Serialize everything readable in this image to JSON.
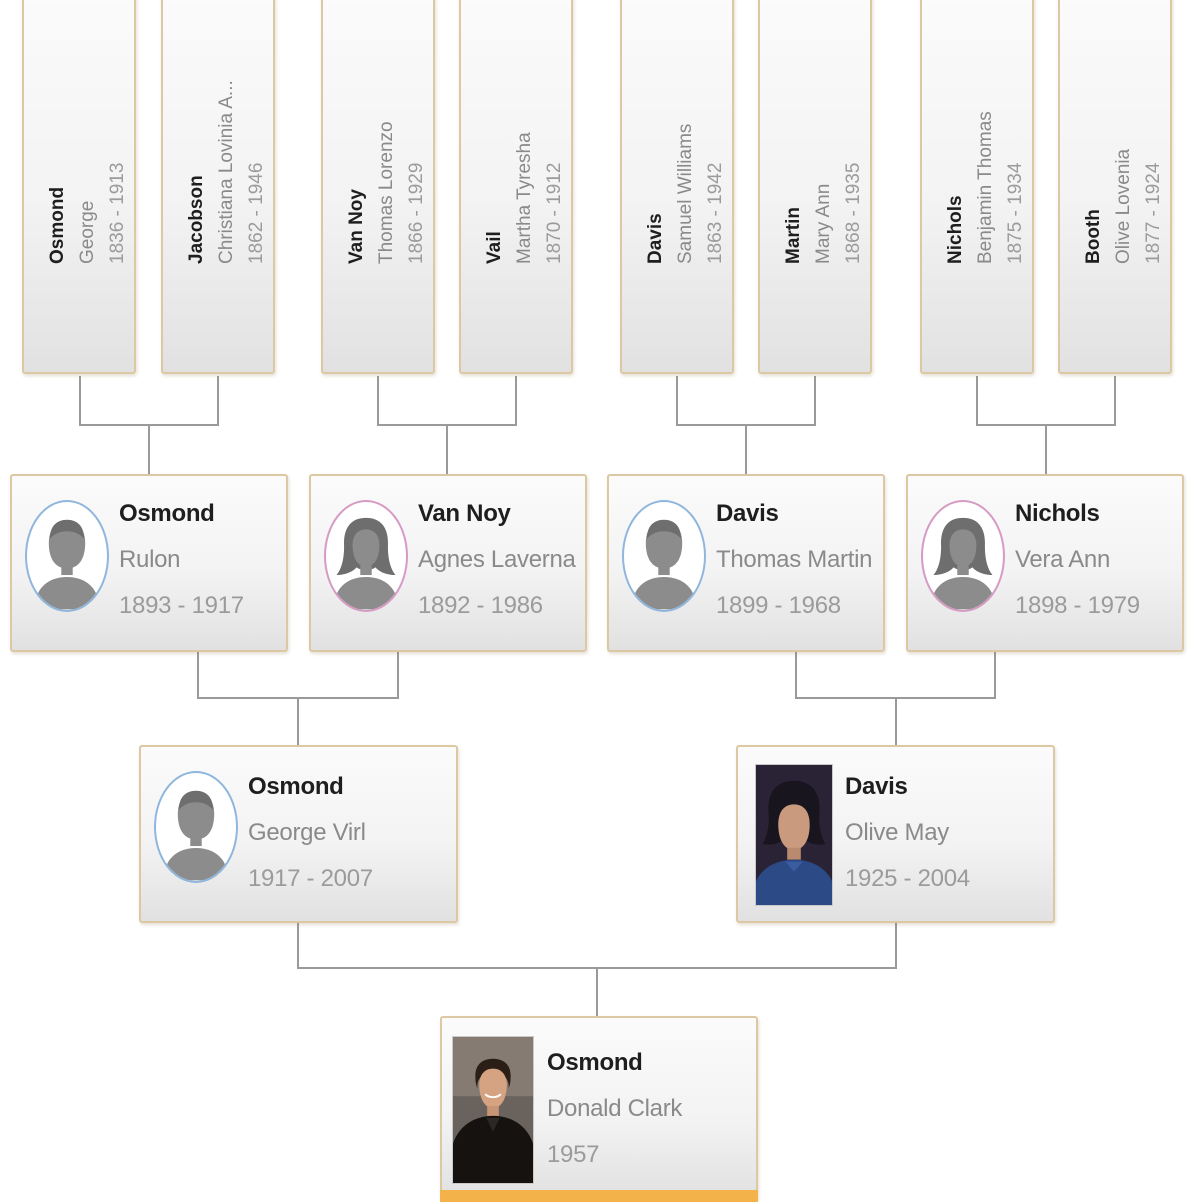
{
  "tree": {
    "colors": {
      "card_border": "#dcc9a3",
      "connector": "#999999",
      "male_ring": "#8fb6dd",
      "female_ring": "#d69ac4",
      "selected_bar": "#f4b24a"
    },
    "great_grandparents": [
      {
        "surname": "Osmond",
        "given": "George",
        "years": "1836 - 1913",
        "gender": "male"
      },
      {
        "surname": "Jacobson",
        "given": "Christiana Lovinia A...",
        "years": "1862 - 1946",
        "gender": "female"
      },
      {
        "surname": "Van Noy",
        "given": "Thomas Lorenzo",
        "years": "1866 - 1929",
        "gender": "male"
      },
      {
        "surname": "Vail",
        "given": "Martha Tyresha",
        "years": "1870 - 1912",
        "gender": "female"
      },
      {
        "surname": "Davis",
        "given": "Samuel Williams",
        "years": "1863 - 1942",
        "gender": "male"
      },
      {
        "surname": "Martin",
        "given": "Mary Ann",
        "years": "1868 - 1935",
        "gender": "female"
      },
      {
        "surname": "Nichols",
        "given": "Benjamin Thomas",
        "years": "1875 - 1934",
        "gender": "male"
      },
      {
        "surname": "Booth",
        "given": "Olive Lovenia",
        "years": "1877 - 1924",
        "gender": "female"
      }
    ],
    "grandparents": [
      {
        "surname": "Osmond",
        "given": "Rulon",
        "years": "1893 - 1917",
        "gender": "male",
        "avatar": "male-avatar-icon"
      },
      {
        "surname": "Van Noy",
        "given": "Agnes Laverna",
        "years": "1892 - 1986",
        "gender": "female",
        "avatar": "female-avatar-icon"
      },
      {
        "surname": "Davis",
        "given": "Thomas Martin",
        "years": "1899 - 1968",
        "gender": "male",
        "avatar": "male-avatar-icon"
      },
      {
        "surname": "Nichols",
        "given": "Vera Ann",
        "years": "1898 - 1979",
        "gender": "female",
        "avatar": "female-avatar-icon"
      }
    ],
    "parents": [
      {
        "surname": "Osmond",
        "given": "George Virl",
        "years": "1917 - 2007",
        "gender": "male",
        "avatar": "male-avatar-icon"
      },
      {
        "surname": "Davis",
        "given": "Olive May",
        "years": "1925 - 2004",
        "gender": "female",
        "avatar": "portrait-photo"
      }
    ],
    "root": {
      "surname": "Osmond",
      "given": "Donald Clark",
      "years": "1957",
      "gender": "male",
      "avatar": "portrait-photo"
    }
  }
}
